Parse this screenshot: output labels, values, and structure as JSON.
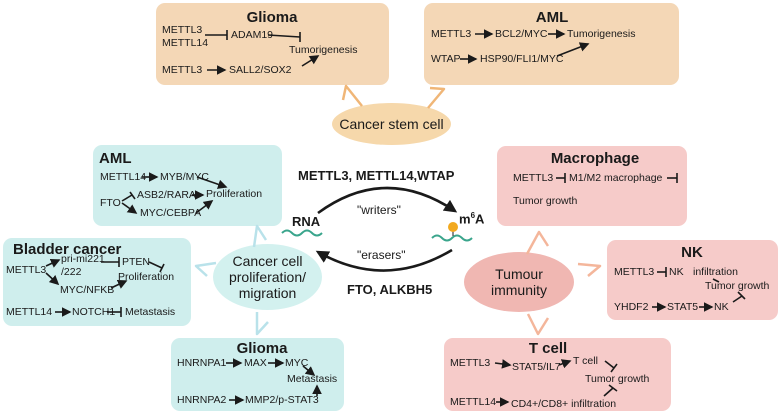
{
  "center": {
    "cancer_stem_cell": "Cancer stem cell",
    "proliferation_line1": "Cancer cell",
    "proliferation_line2": "proliferation/",
    "proliferation_line3": "migration",
    "tumour_line1": "Tumour",
    "tumour_line2": "immunity",
    "writers_enzymes": "METTL3, METTL14,WTAP",
    "writers_label": "\"writers\"",
    "erasers_label": "\"erasers\"",
    "erasers_enzymes": "FTO, ALKBH5",
    "rna": "RNA",
    "m6a_m": "m",
    "m6a_6": "6",
    "m6a_a": "A"
  },
  "glioma_top": {
    "title": "Glioma",
    "mettl3": "METTL3",
    "mettl14": "METTL14",
    "adam19": "ADAM19",
    "tumorigenesis": "Tumorigenesis",
    "mettl3_b": "METTL3",
    "sall2": "SALL2/SOX2"
  },
  "aml_top": {
    "title": "AML",
    "mettl3": "METTL3",
    "bcl2": "BCL2/MYC",
    "tumorigenesis": "Tumorigenesis",
    "wtap": "WTAP",
    "hsp90": "HSP90/FLI1/MYC"
  },
  "aml_left": {
    "title": "AML",
    "mettl14": "METTL14",
    "myb": "MYB/MYC",
    "fto": "FTO",
    "asb2": "ASB2/RARA",
    "proliferation": "Proliferation",
    "myc_cebpa": "MYC/CEBPA"
  },
  "bladder": {
    "title": "Bladder cancer",
    "mettl3": "METTL3",
    "pri_mi221": "pri-mi221",
    "slash222": "/222",
    "pten": "PTEN",
    "proliferation": "Proliferation",
    "myc_nfkb": "MYC/NFKB",
    "mettl14": "METTL14",
    "notch1": "NOTCH1",
    "metastasis": "Metastasis"
  },
  "glioma_bottom": {
    "title": "Glioma",
    "hnrnpa1": "HNRNPA1",
    "max": "MAX",
    "myc": "MYC",
    "metastasis": "Metastasis",
    "hnrnpa2": "HNRNPA2",
    "mmp2": "MMP2/p-STAT3"
  },
  "macrophage": {
    "title": "Macrophage",
    "mettl3": "METTL3",
    "m1m2": "M1/M2 macrophage",
    "tumor_growth": "Tumor growth"
  },
  "nk": {
    "title": "NK",
    "mettl3": "METTL3",
    "nk": "NK",
    "infiltration": "infiltration",
    "tumor_growth": "Tumor growth",
    "yhdf2": "YHDF2",
    "stat5": "STAT5",
    "nk2": "NK"
  },
  "tcell": {
    "title": "T cell",
    "mettl3": "METTL3",
    "stat5": "STAT5/IL7",
    "tcell": "T cell",
    "tumor_growth": "Tumor growth",
    "mettl14": "METTL14",
    "cd4": "CD4+/CD8+ infiltration"
  },
  "colors": {
    "orange_panel": "#f4d7b6",
    "teal_panel": "#cfeeed",
    "pink_panel": "#f6cbc9",
    "stem_ellipse": "#f6d8ab",
    "prolif_ellipse": "#d3f1ef",
    "tumour_ellipse": "#f0b7b2",
    "rna_strand": "#3aa58c",
    "m6a_dot": "#f2a91f"
  }
}
